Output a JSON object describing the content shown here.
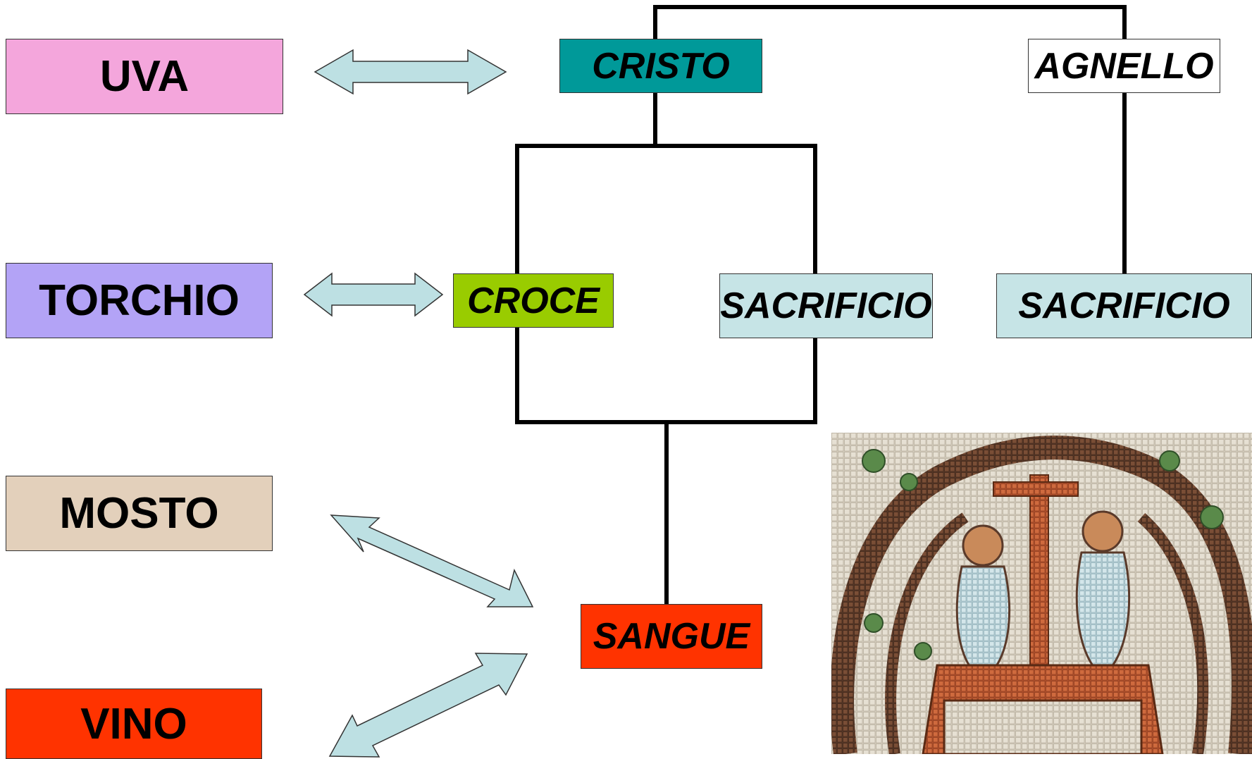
{
  "left_column": {
    "uva": "UVA",
    "torchio": "TORCHIO",
    "mosto": "MOSTO",
    "vino": "VINO"
  },
  "center": {
    "cristo": "CRISTO",
    "croce": "CROCE",
    "sangue": "SANGUE",
    "sacrificio_1": "SACRIFICIO"
  },
  "right": {
    "agnello": "AGNELLO",
    "sacrificio_2": "SACRIFICIO"
  },
  "colors": {
    "uva": "#f4a6dc",
    "torchio": "#b3a3f6",
    "mosto": "#e3d0bb",
    "vino": "#ff3300",
    "cristo": "#009999",
    "croce": "#99cc00",
    "sacrificio": "#c6e4e6",
    "sangue": "#ff3300",
    "agnello": "#ffffff",
    "arrow": "#bde0e3"
  },
  "image": {
    "subject": "mosaic-wine-press"
  }
}
